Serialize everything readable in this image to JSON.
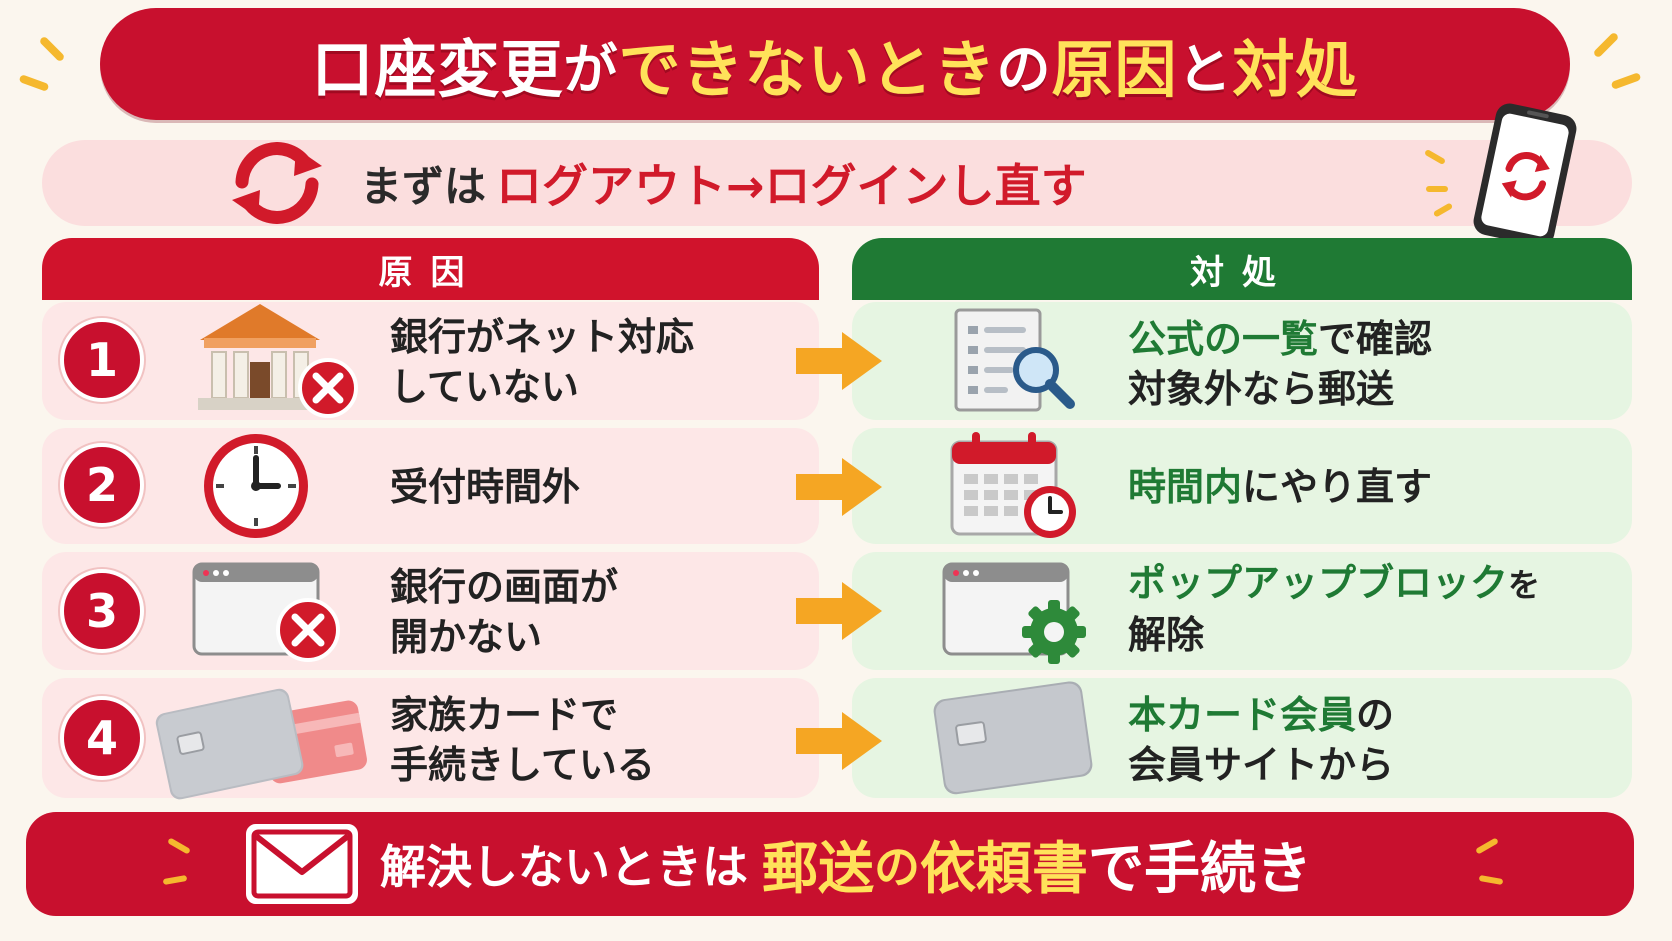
{
  "title": {
    "part1": "口座変更",
    "part2": "が",
    "part3": "できないとき",
    "part4": "の",
    "part5": "原因",
    "part6": "と",
    "part7": "対処"
  },
  "subtitle": {
    "lead": "まずは",
    "action": "ログアウト→ログイン",
    "tail": "し直す"
  },
  "headers": {
    "cause": "原因",
    "remedy": "対処"
  },
  "rows": [
    {
      "number": "1",
      "cause_icon": "bank-error-icon",
      "cause_line1": "銀行がネット対応",
      "cause_line2": "していない",
      "remedy_icon": "document-search-icon",
      "remedy_em": "公式の一覧",
      "remedy_rest1": "で確認",
      "remedy_line2": "対象外なら郵送"
    },
    {
      "number": "2",
      "cause_icon": "clock-icon",
      "cause_line1": "受付時間外",
      "remedy_icon": "calendar-clock-icon",
      "remedy_em": "時間内",
      "remedy_rest1": "にやり直す"
    },
    {
      "number": "3",
      "cause_icon": "browser-error-icon",
      "cause_line1": "銀行の画面が",
      "cause_line2": "開かない",
      "remedy_icon": "browser-gear-icon",
      "remedy_em": "ポップアップブロック",
      "remedy_rest1": "を",
      "remedy_line2": "解除"
    },
    {
      "number": "4",
      "cause_icon": "family-cards-icon",
      "cause_line1": "家族カードで",
      "cause_line2": "手続きしている",
      "remedy_icon": "credit-card-icon",
      "remedy_em": "本カード会員",
      "remedy_rest1": "の",
      "remedy_line2": "会員サイトから"
    }
  ],
  "footer": {
    "lead": "解決しないときは",
    "em1": "郵送",
    "mid": "の",
    "em2": "依頼書",
    "tail": "で手続き"
  },
  "colors": {
    "red": "#c8102e",
    "green": "#1f7a34",
    "yellow": "#ffe25a",
    "orange": "#f5a623"
  }
}
